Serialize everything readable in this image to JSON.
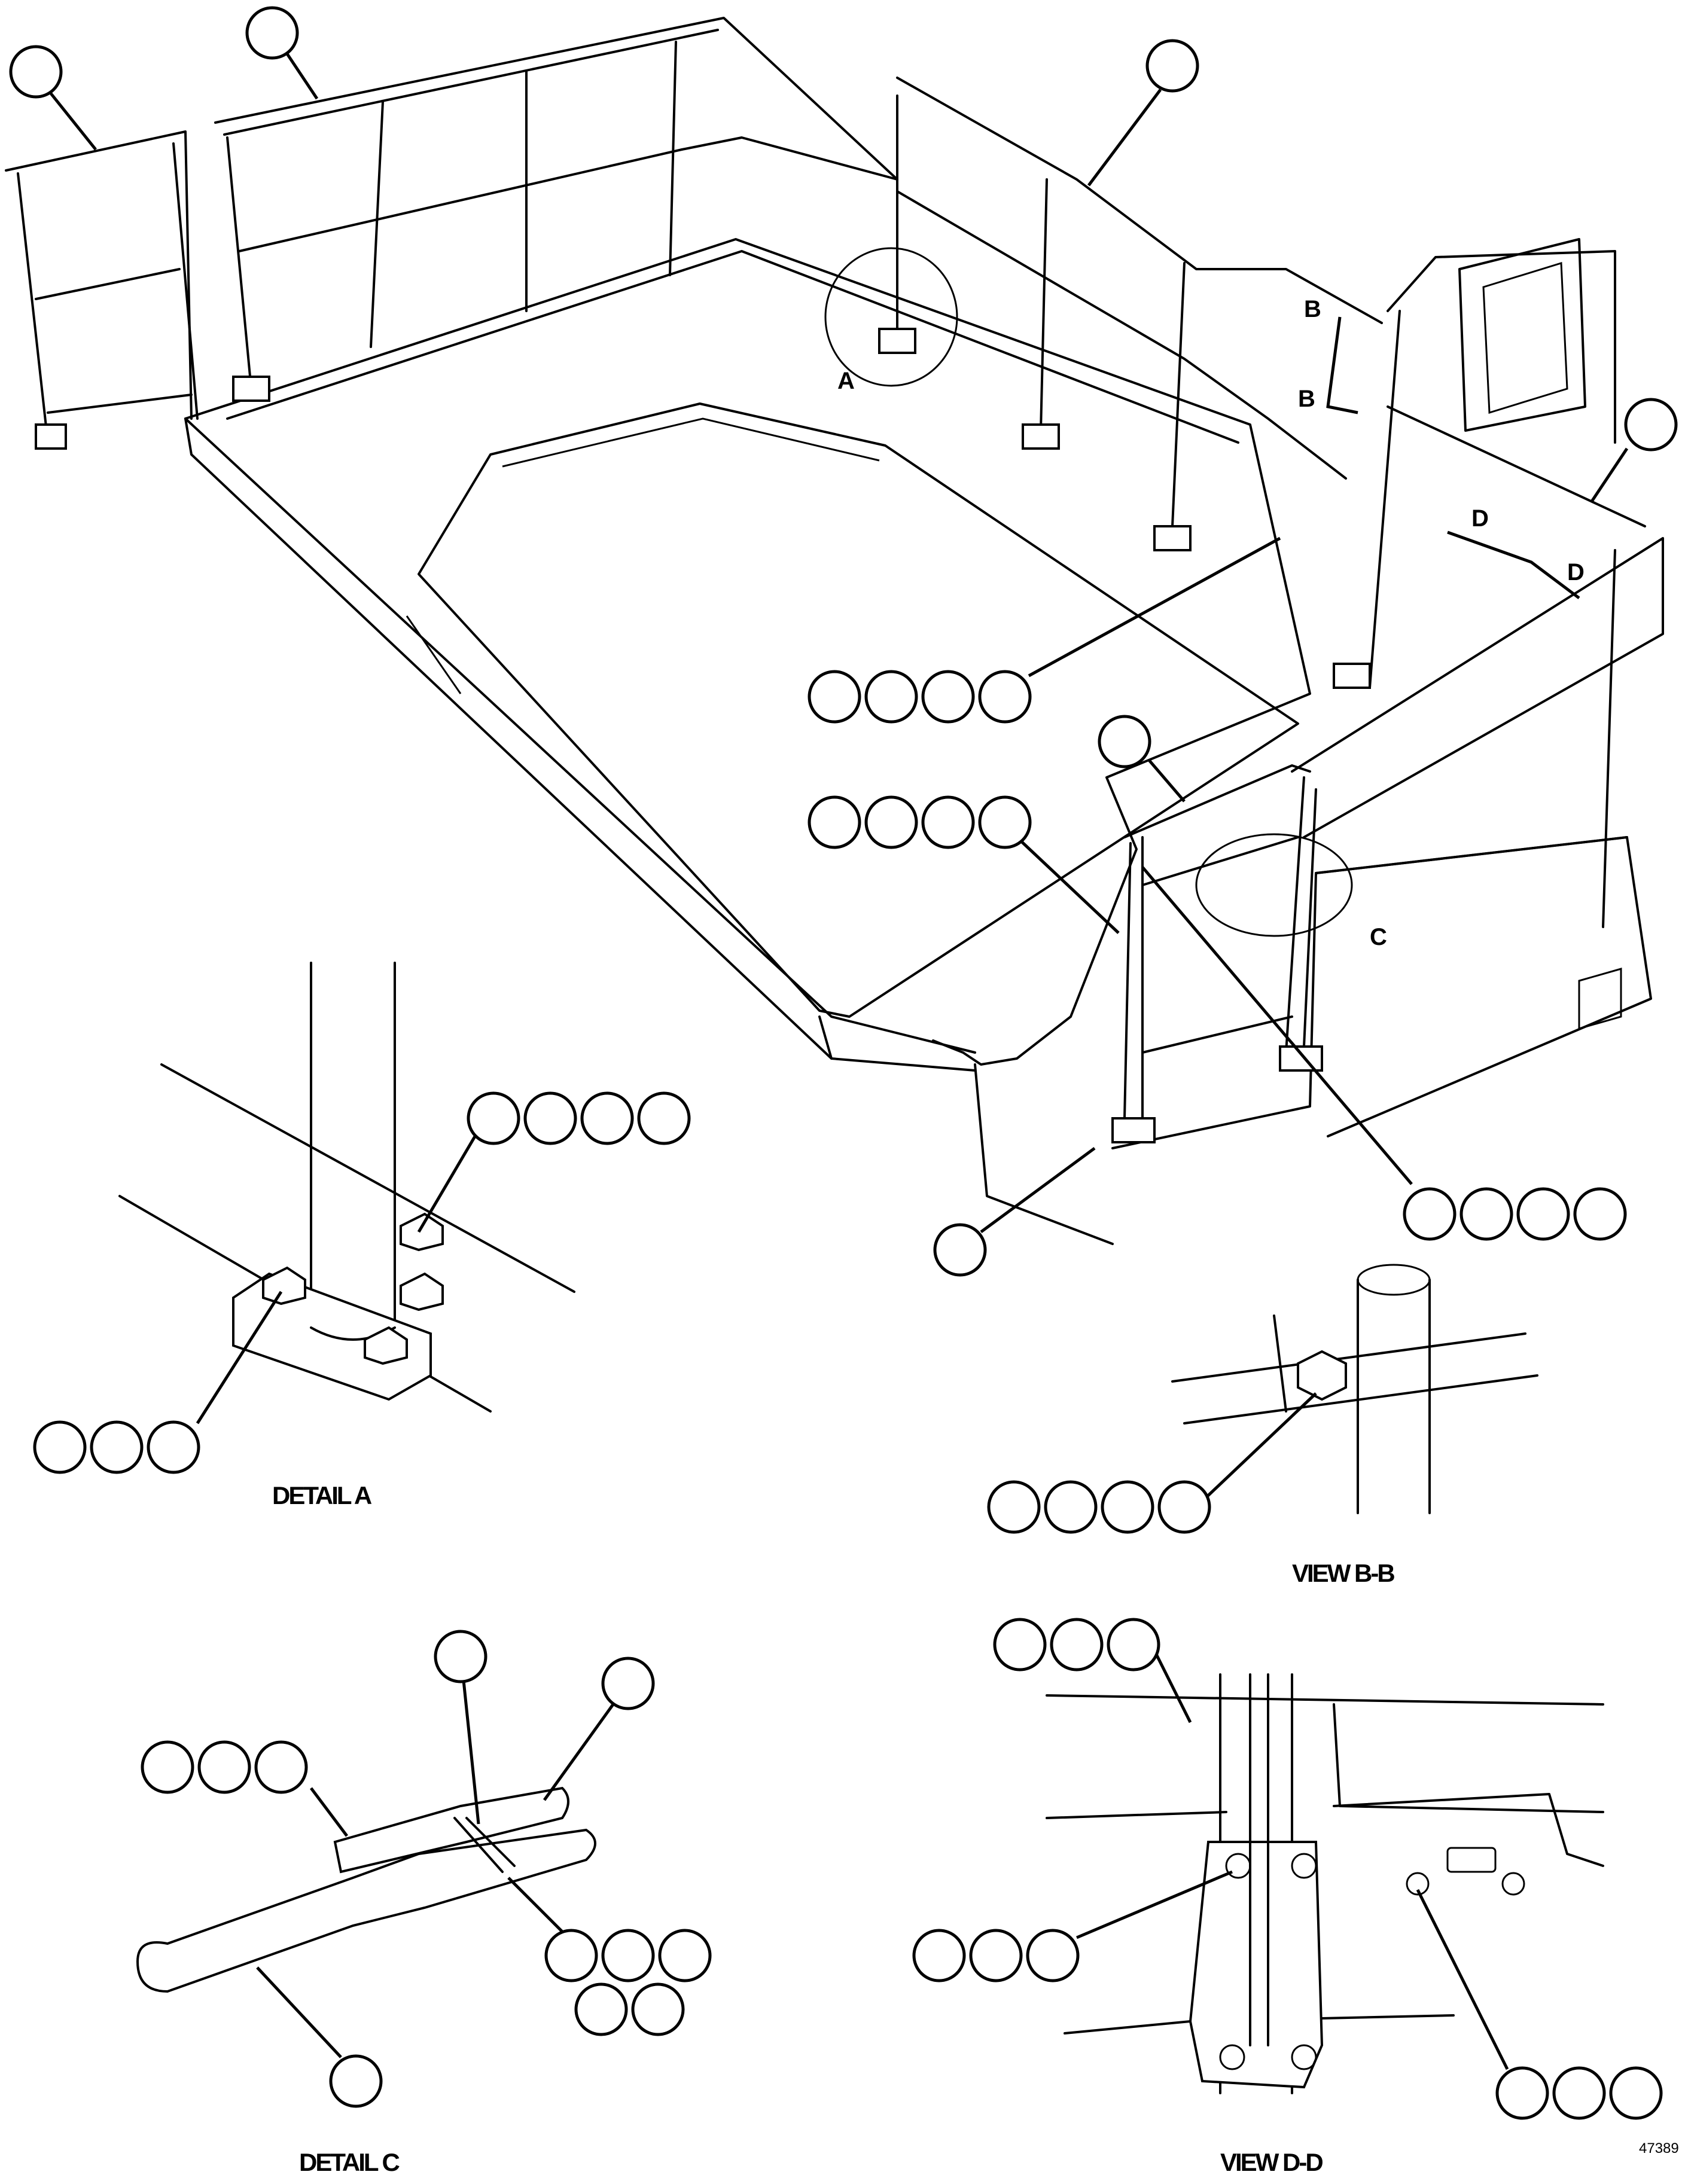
{
  "view_letters": {
    "a": "A",
    "b": "B",
    "c": "C",
    "d": "D"
  },
  "captions": {
    "detail_a": "DETAIL A",
    "view_bb": "VIEW B-B",
    "detail_c": "DETAIL C",
    "view_dd": "VIEW D-D"
  },
  "figure_number": "47389"
}
